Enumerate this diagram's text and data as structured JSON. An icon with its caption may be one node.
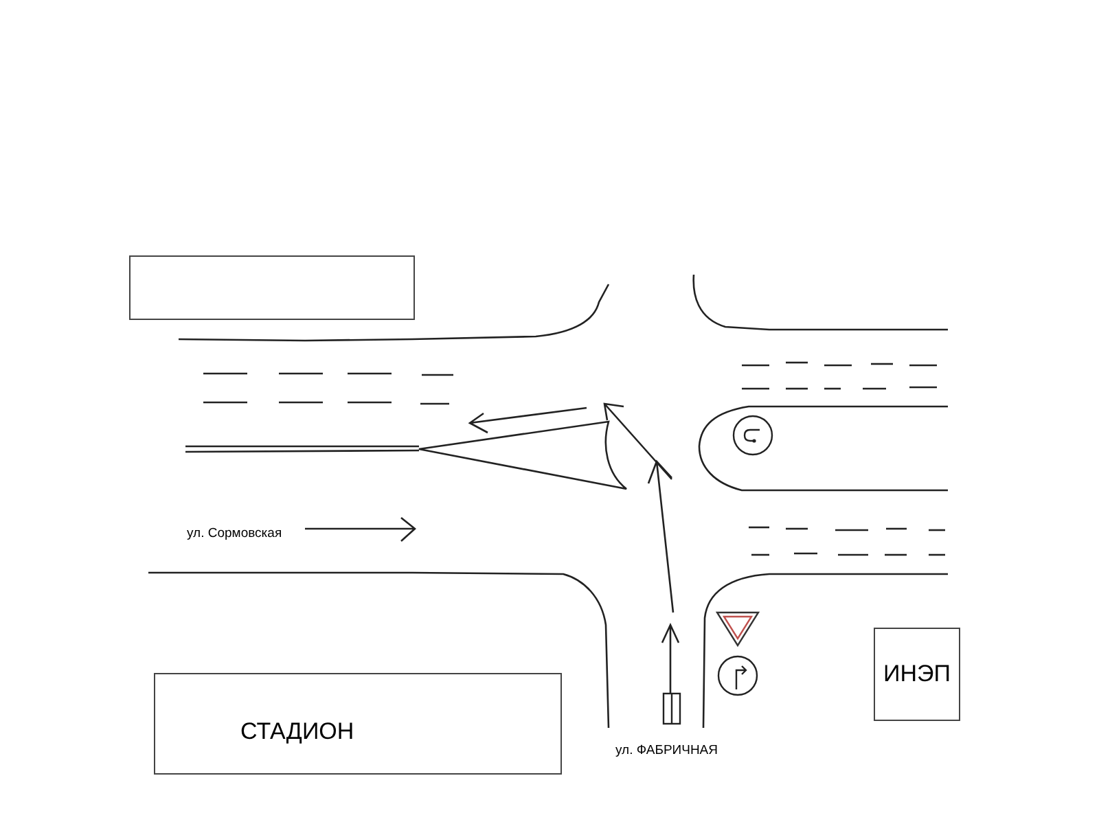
{
  "diagram": {
    "nodes": [
      {
        "text": [],
        "shape": "box"
      },
      {
        "text": [
          "СТАДИОН"
        ]
      },
      {
        "text": [
          "ИНЭП"
        ]
      }
    ],
    "labels": [
      "ул. Сормовская",
      "ул. ФАБРИЧНАЯ"
    ]
  }
}
